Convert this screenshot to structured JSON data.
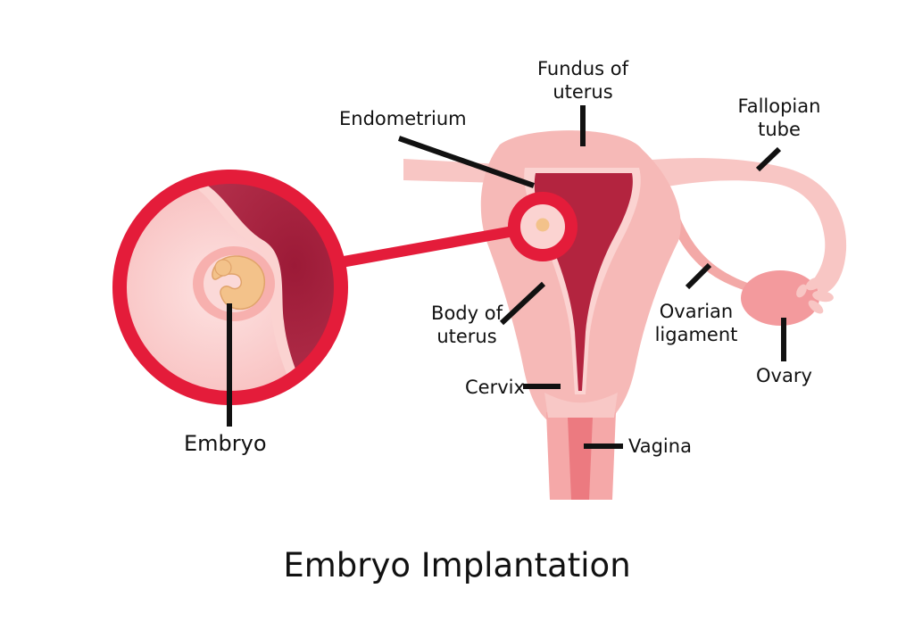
{
  "title": "Embryo Implantation",
  "labels": {
    "fundus": "Fundus of\nuterus",
    "fallopian_tube": "Fallopian\ntube",
    "endometrium": "Endometrium",
    "body_of_uterus": "Body of\nuterus",
    "ovarian_ligament": "Ovarian\nligament",
    "ovary": "Ovary",
    "cervix": "Cervix",
    "vagina": "Vagina",
    "embryo": "Embryo"
  },
  "colors": {
    "uterus_outer": "#f6b9b7",
    "uterus_light": "#fbd3d1",
    "endometrium": "#b3243f",
    "highlight_ring": "#e41c3a",
    "embryo": "#f3c28a",
    "leader_line": "#111111"
  }
}
